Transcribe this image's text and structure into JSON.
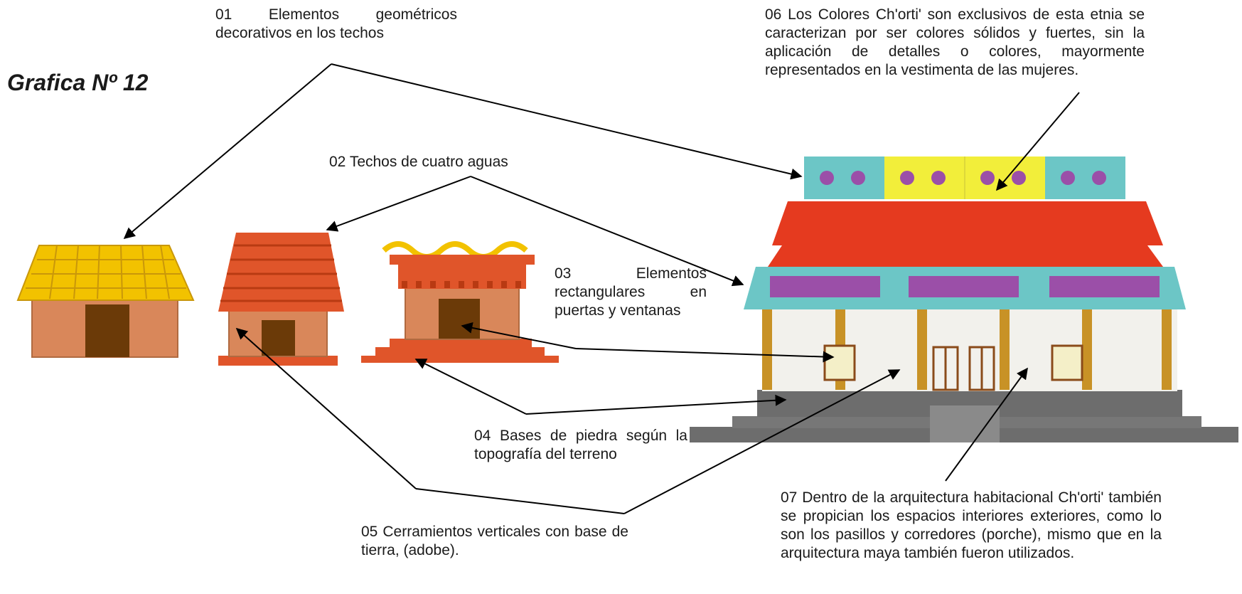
{
  "title": "Grafica Nº 12",
  "labels": {
    "l01": "01 Elementos geométricos decorativos en los techos",
    "l02": "02 Techos de cuatro aguas",
    "l03": "03 Elementos rectangulares en puertas y ventanas",
    "l04": "04 Bases de piedra según la topografía del terreno",
    "l05": "05 Cerramientos verticales con base de tierra, (adobe).",
    "l06": "06 Los Colores Ch'orti' son exclusivos de esta etnia se caracterizan por ser colores sólidos y fuertes, sin la aplicación de detalles o colores, mayormente representados en la vestimenta de las mujeres.",
    "l07": "07 Dentro de la arquitectura habitacional Ch'orti' también se propician los espacios interiores exteriores, como lo son los pasillos y corredores (porche), mismo que en la arquitectura maya también fueron utilizados."
  },
  "colors": {
    "thatch_yellow": "#f2c200",
    "adobe": "#d9875a",
    "door_brown": "#6b3a08",
    "tile_red": "#e0552a",
    "roof_red": "#e53a1f",
    "teal": "#6cc6c6",
    "yellow_band": "#f2ee3a",
    "purple": "#9b4fa8",
    "column_gold": "#c89226",
    "wall": "#f2f1ec",
    "stone": "#6d6d6d"
  }
}
